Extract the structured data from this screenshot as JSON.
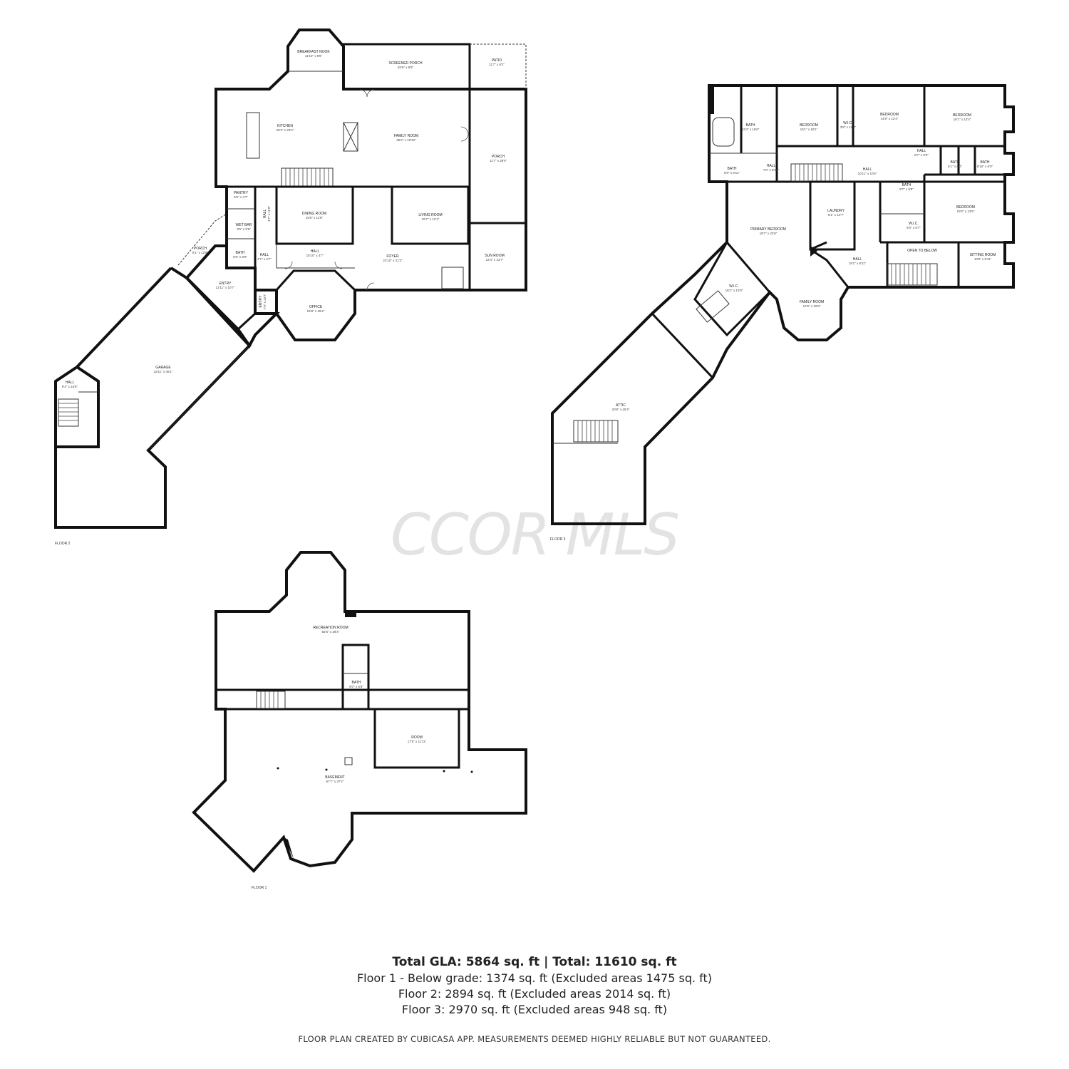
{
  "watermark": "CCOR MLS",
  "floors": {
    "floor1": {
      "label": "FLOOR 1",
      "rooms": [
        {
          "id": "recreation-room",
          "name": "RECREATION ROOM",
          "dims": "52'6\" x 28'4\""
        },
        {
          "id": "bath",
          "name": "BATH",
          "dims": "6'0\" x 6'8\""
        },
        {
          "id": "room",
          "name": "ROOM",
          "dims": "17'5\" x 11'11\""
        },
        {
          "id": "basement",
          "name": "BASEMENT",
          "dims": "67'7\" x 37'2\""
        }
      ]
    },
    "floor2": {
      "label": "FLOOR 2",
      "rooms": [
        {
          "id": "breakfast-nook",
          "name": "BREAKFAST NOOK",
          "dims": "11'10\" x 9'5\""
        },
        {
          "id": "screened-porch",
          "name": "SCREENED PORCH",
          "dims": "25'6\" x 8'9\""
        },
        {
          "id": "patio",
          "name": "PATIO",
          "dims": "11'7\" x 9'2\""
        },
        {
          "id": "kitchen",
          "name": "KITCHEN",
          "dims": "26'4\" x 23'4\""
        },
        {
          "id": "family-room",
          "name": "FAMILY ROOM",
          "dims": "26'2\" x 19'10\""
        },
        {
          "id": "porch-east",
          "name": "PORCH",
          "dims": "11'7\" x 28'0\""
        },
        {
          "id": "pantry",
          "name": "PANTRY",
          "dims": "5'5\" x 4'7\""
        },
        {
          "id": "wet-bar",
          "name": "WET BAR",
          "dims": "3'5\" x 5'6\""
        },
        {
          "id": "hall-vertical",
          "name": "HALL",
          "dims": "4'7\" x 11'8\""
        },
        {
          "id": "dining-room",
          "name": "DINING ROOM",
          "dims": "15'6\" x 11'8\""
        },
        {
          "id": "living-room",
          "name": "LIVING ROOM",
          "dims": "15'7\" x 12'1\""
        },
        {
          "id": "porch-west",
          "name": "PORCH",
          "dims": "5'1\" x 12'8\""
        },
        {
          "id": "bath",
          "name": "BATH",
          "dims": "5'5\" x 8'0\""
        },
        {
          "id": "hall-small",
          "name": "HALL",
          "dims": "4'7\" x 4'7\""
        },
        {
          "id": "hall-center",
          "name": "HALL",
          "dims": "15'10\" x 4'7\""
        },
        {
          "id": "foyer",
          "name": "FOYER",
          "dims": "22'10\" x 21'3\""
        },
        {
          "id": "sun-room",
          "name": "SUN ROOM",
          "dims": "12'4\" x 13'7\""
        },
        {
          "id": "entry-main",
          "name": "ENTRY",
          "dims": "12'11\" x 10'7\""
        },
        {
          "id": "entry-side",
          "name": "ENTRY",
          "dims": "7'0\" x 13'7\""
        },
        {
          "id": "office",
          "name": "OFFICE",
          "dims": "15'8\" x 15'2\""
        },
        {
          "id": "garage",
          "name": "GARAGE",
          "dims": "32'11\" x 45'1\""
        },
        {
          "id": "hall-garage",
          "name": "HALL",
          "dims": "8'4\" x 16'8\""
        }
      ]
    },
    "floor3": {
      "label": "FLOOR 3",
      "rooms": [
        {
          "id": "bath-primary",
          "name": "BATH",
          "dims": "13'4\" x 16'6\""
        },
        {
          "id": "bedroom-1",
          "name": "BEDROOM",
          "dims": "16'1\" x 18'1\""
        },
        {
          "id": "wic-1",
          "name": "W.I.C.",
          "dims": "3'8\" x 12'3\""
        },
        {
          "id": "bedroom-2",
          "name": "BEDROOM",
          "dims": "14'8\" x 12'4\""
        },
        {
          "id": "bedroom-3",
          "name": "BEDROOM",
          "dims": "18'1\" x 12'4\""
        },
        {
          "id": "hall-a",
          "name": "HALL",
          "dims": "8'7\" x 6'0\""
        },
        {
          "id": "bath-b",
          "name": "BATH",
          "dims": "5'1\" x 6'0\""
        },
        {
          "id": "bath-c",
          "name": "BATH",
          "dims": "8'10\" x 6'0\""
        },
        {
          "id": "bath-d",
          "name": "BATH",
          "dims": "8'0\" x 8'11\""
        },
        {
          "id": "hall-b",
          "name": "HALL",
          "dims": "7'0\" x 8'10\""
        },
        {
          "id": "hall-c",
          "name": "HALL",
          "dims": "10'11\" x 10'6\""
        },
        {
          "id": "bath-e",
          "name": "BATH",
          "dims": "8'7\" x 9'9\""
        },
        {
          "id": "bedroom-4",
          "name": "BEDROOM",
          "dims": "19'2\" x 13'5\""
        },
        {
          "id": "primary-bedroom",
          "name": "PRIMARY BEDROOM",
          "dims": "18'7\" x 23'8\""
        },
        {
          "id": "laundry",
          "name": "LAUNDRY",
          "dims": "8'1\" x 14'7\""
        },
        {
          "id": "wic-2",
          "name": "W.I.C.",
          "dims": "5'0\" x 5'7\""
        },
        {
          "id": "hall-d",
          "name": "HALL",
          "dims": "15'1\" x 8'11\""
        },
        {
          "id": "open-to-below",
          "name": "OPEN TO BELOW",
          "dims": ""
        },
        {
          "id": "sitting-room",
          "name": "SITTING ROOM",
          "dims": "10'9\" x 8'11\""
        },
        {
          "id": "wic-primary",
          "name": "W.I.C.",
          "dims": "16'2\" x 10'9\""
        },
        {
          "id": "family-room-3",
          "name": "FAMILY ROOM",
          "dims": "14'5\" x 16'9\""
        },
        {
          "id": "attic",
          "name": "ATTIC",
          "dims": "20'9\" x 40'4\""
        }
      ]
    }
  },
  "summary": {
    "total": "Total GLA: 5864 sq. ft | Total: 11610 sq. ft",
    "floor_lines": [
      "Floor 1 - Below grade: 1374 sq. ft (Excluded areas 1475 sq. ft)",
      "Floor 2: 2894 sq. ft (Excluded areas 2014 sq. ft)",
      "Floor 3: 2970 sq. ft (Excluded areas 948 sq. ft)"
    ],
    "disclaimer": "FLOOR PLAN CREATED BY CUBICASA APP. MEASUREMENTS DEEMED HIGHLY RELIABLE BUT NOT GUARANTEED."
  }
}
